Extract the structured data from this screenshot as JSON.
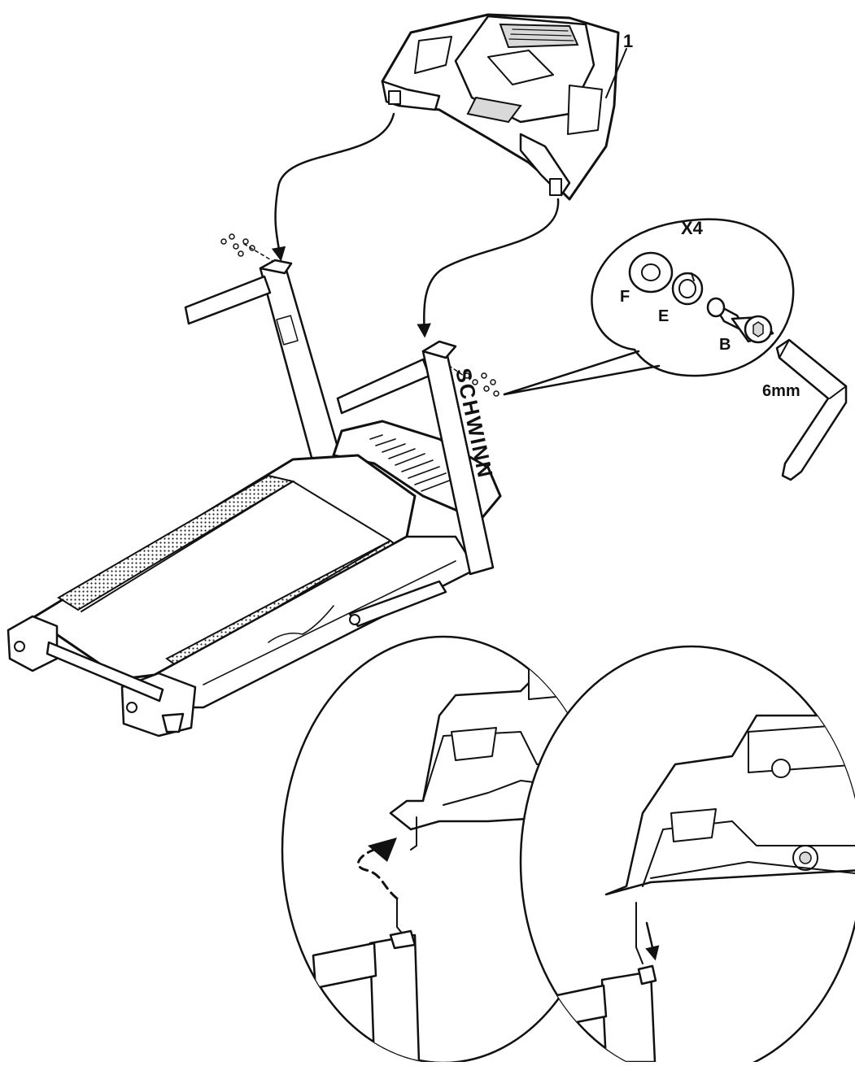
{
  "labels": {
    "callout_main": "1",
    "quantity": "X4",
    "part_f": "F",
    "part_e": "E",
    "part_b": "B",
    "tool": "6mm",
    "brand": "SCHWINN"
  },
  "colors": {
    "ink": "#111111",
    "paper": "#ffffff",
    "shade": "#d9d9d9"
  }
}
